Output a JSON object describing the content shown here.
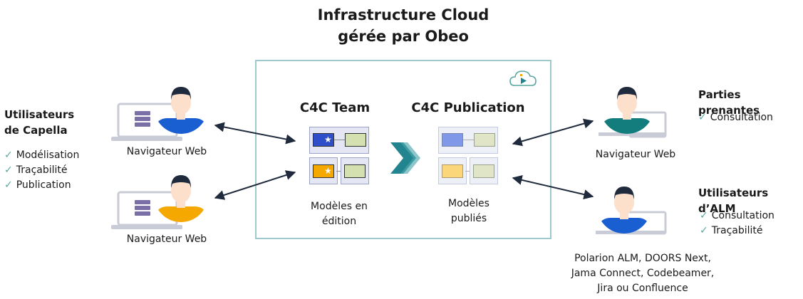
{
  "title": {
    "line1": "Infrastructure Cloud",
    "line2": "gérée par Obeo"
  },
  "left_users": {
    "heading_line1": "Utilisateurs",
    "heading_line2": "de Capella",
    "items": [
      "Modélisation",
      "Traçabilité",
      "Publication"
    ]
  },
  "browsers": {
    "top_left": "Navigateur Web",
    "bottom_left": "Navigateur Web",
    "top_right": "Navigateur Web"
  },
  "center": {
    "team_title": "C4C Team",
    "team_caption_line1": "Modèles en",
    "team_caption_line2": "édition",
    "publication_title": "C4C Publication",
    "publication_caption_line1": "Modèles",
    "publication_caption_line2": "publiés"
  },
  "stakeholders": {
    "heading": "Parties prenantes",
    "items": [
      "Consultation"
    ]
  },
  "alm_users": {
    "heading": "Utilisateurs d’ALM",
    "items": [
      "Consultation",
      "Traçabilité"
    ],
    "tools_line1": "Polarion ALM, DOORS Next,",
    "tools_line2": "Jama Connect, Codebeamer,",
    "tools_line3": "Jira ou Confluence"
  },
  "colors": {
    "team_blue": "#2e4fc9",
    "team_orange": "#f5a800",
    "block_green": "#d4e0b0",
    "pub_blue": "#7f98e8",
    "pub_yellow": "#fcd67a",
    "accent_teal": "#21848f",
    "user_blue": "#1a5fd1",
    "user_orange": "#f5a800",
    "user_teal": "#137d7e",
    "check": "#5aa7a2"
  },
  "icons": {
    "cloud": "cloud-play-icon",
    "check": "check-icon",
    "flow": "chevron-right-icon",
    "user": "user-icon",
    "laptop": "laptop-icon",
    "monitor": "monitor-icon"
  }
}
